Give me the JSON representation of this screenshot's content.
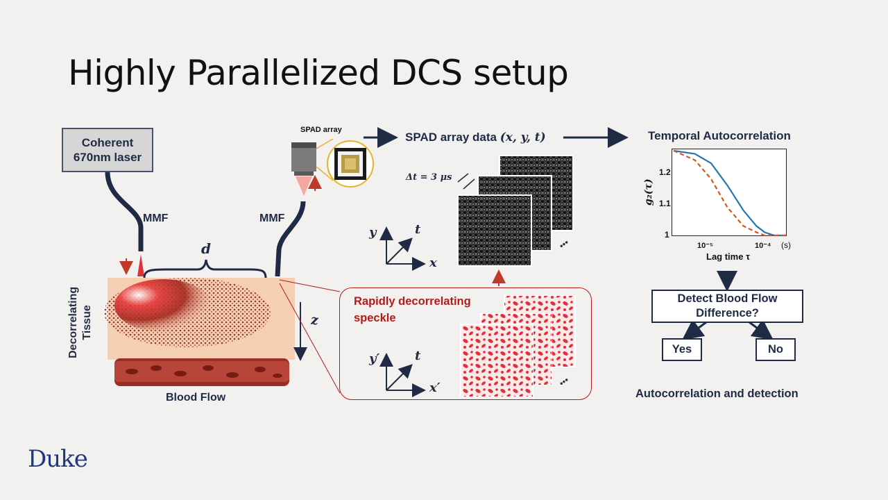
{
  "slide": {
    "title": "Highly Parallelized DCS setup",
    "logo": "Duke"
  },
  "setup": {
    "laser_line1": "Coherent",
    "laser_line2": "670nm laser",
    "mmf_left": "MMF",
    "mmf_right": "MMF",
    "distance_label": "d",
    "tissue_line1": "Decorrelating",
    "tissue_line2": "Tissue",
    "blood_flow": "Blood Flow",
    "depth_label": "z",
    "spad_label": "SPAD array"
  },
  "spad_data": {
    "title_text": "SPAD array data ",
    "title_math": "(x, y, t)",
    "delta_t": "Δt = 3 μs",
    "axis_y": "y",
    "axis_t": "t",
    "axis_x": "x",
    "ellipsis": "•••"
  },
  "speckle": {
    "title": "Rapidly decorrelating speckle",
    "axis_y": "y′",
    "axis_t": "t",
    "axis_x": "x′",
    "ellipsis": "•••"
  },
  "autocorrelation": {
    "title": "Temporal Autocorrelation",
    "decision": "Detect Blood Flow Difference?",
    "yes": "Yes",
    "no": "No",
    "caption": "Autocorrelation and detection"
  },
  "chart_data": {
    "type": "line",
    "xlabel": "Lag time τ",
    "ylabel": "g₂(τ)",
    "x_unit": "(s)",
    "x_scale": "log",
    "xlim": [
      2e-06,
      0.00025
    ],
    "ylim": [
      1,
      1.27
    ],
    "ytick_labels": [
      "1.2",
      "1.1",
      "1"
    ],
    "xtick_labels": [
      "10⁻⁵",
      "10⁻⁴"
    ],
    "series": [
      {
        "style": "solid",
        "color": "#1f77b4",
        "x": [
          2e-06,
          5e-06,
          1e-05,
          2e-05,
          4e-05,
          7e-05,
          0.0001,
          0.00015,
          0.00025
        ],
        "y": [
          1.27,
          1.26,
          1.23,
          1.16,
          1.08,
          1.03,
          1.01,
          1.0,
          1.0
        ]
      },
      {
        "style": "dashed",
        "color": "#d9541e",
        "x": [
          2e-06,
          5e-06,
          1e-05,
          2e-05,
          4e-05,
          7e-05,
          0.0001,
          0.00015,
          0.00025
        ],
        "y": [
          1.27,
          1.24,
          1.18,
          1.09,
          1.03,
          1.01,
          1.0,
          1.0,
          1.0
        ]
      }
    ]
  },
  "colors": {
    "navy": "#1f2a44",
    "accent_red": "#b01c1c",
    "background": "#f2f1ef"
  }
}
